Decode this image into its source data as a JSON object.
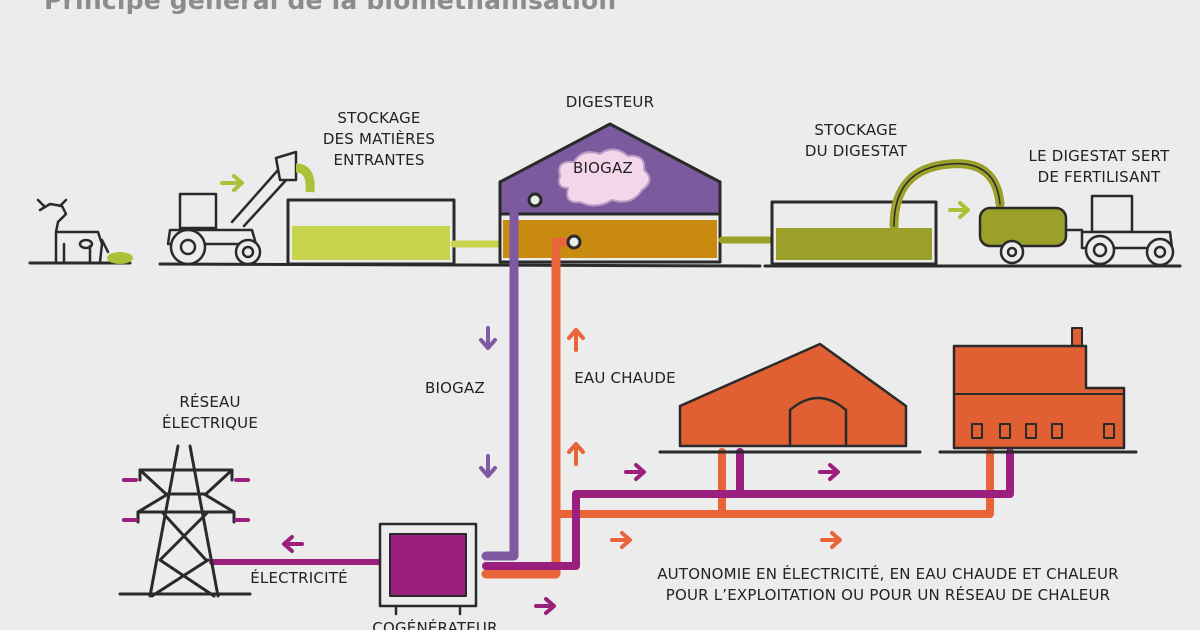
{
  "title": "Principe général de la biométhanisation",
  "labels": {
    "stockage_entrantes": [
      "STOCKAGE",
      "DES MATIÈRES",
      "ENTRANTES"
    ],
    "digesteur": "DIGESTEUR",
    "biogaz_dome": "BIOGAZ",
    "stockage_digestat": [
      "STOCKAGE",
      "DU DIGESTAT"
    ],
    "fertilisant": [
      "LE DIGESTAT SERT",
      "DE FERTILISANT"
    ],
    "biogaz_pipe": "BIOGAZ",
    "eau_chaude": "EAU CHAUDE",
    "reseau": [
      "RÉSEAU",
      "ÉLECTRIQUE"
    ],
    "electricite": "ÉLECTRICITÉ",
    "autonomie": [
      "AUTONOMIE EN ÉLECTRICITÉ, EN EAU CHAUDE ET CHALEUR",
      "POUR L’EXPLOITATION OU POUR UN RÉSEAU DE CHALEUR"
    ],
    "cogenerateur": "COGÉNÉRATEUR"
  },
  "colors": {
    "biogas": "#7e5aa2",
    "hot_water": "#e8653a",
    "electricity": "#9b1f7d",
    "substrate": "#c8d44e",
    "digestate": "#9aa02a",
    "digestate_layer": "#c98a10",
    "buildings": "#e06033",
    "dome": "#7c5a9e",
    "arrow_green": "#a9c23a",
    "ink": "#2a2a2a"
  }
}
